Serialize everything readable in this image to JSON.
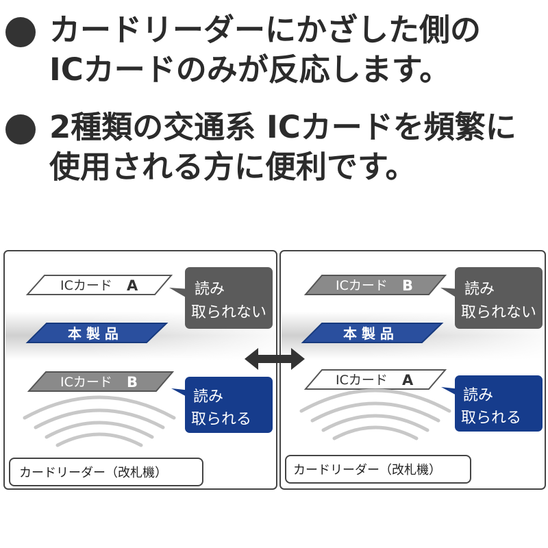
{
  "bullets": [
    {
      "line1": "カードリーダーにかざした側の",
      "line2": "ICカードのみが反応します。"
    },
    {
      "line1": "2種類の交通系 ICカードを頻繁に",
      "line2": "使用される方に便利です。"
    }
  ],
  "panels": [
    {
      "top_card": {
        "label": "ICカード",
        "letter": "A"
      },
      "top_callout": {
        "line1": "読み",
        "line2": "取られない"
      },
      "product": "本 製 品",
      "bottom_card": {
        "label": "ICカード",
        "letter": "B"
      },
      "bottom_callout": {
        "line1": "読み",
        "line2": "取られる"
      },
      "reader_label": "カードリーダー（改札機）"
    },
    {
      "top_card": {
        "label": "ICカード",
        "letter": "B"
      },
      "top_callout": {
        "line1": "読み",
        "line2": "取られない"
      },
      "product": "本 製 品",
      "bottom_card": {
        "label": "ICカード",
        "letter": "A"
      },
      "bottom_callout": {
        "line1": "読み",
        "line2": "取られる"
      },
      "reader_label": "カードリーダー（改札機）"
    }
  ],
  "colors": {
    "dark_gray": "#5b5b5b",
    "navy": "#163c8c",
    "product_blue": "#2a4f9e",
    "card_gray": "#8a8a8a"
  },
  "icons": {
    "swap": "double-arrow-icon"
  }
}
